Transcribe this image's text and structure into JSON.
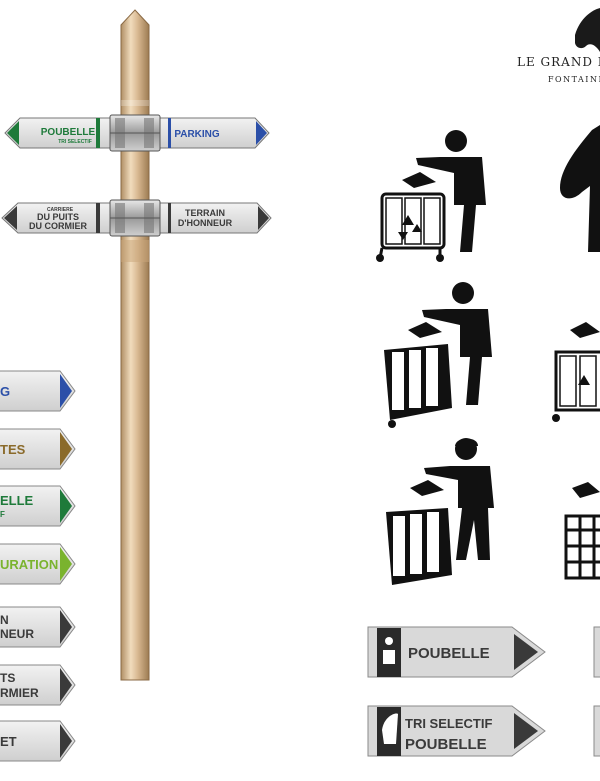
{
  "logo": {
    "name": "LE GRAND P",
    "tagline": "FONTAINE",
    "icon": "horse-head-icon"
  },
  "post_signs": {
    "upper_left": {
      "title": "POUBELLE",
      "sub": "TRI SELECTIF",
      "color": "#1e7a3a"
    },
    "upper_right": {
      "title": "PARKING",
      "color": "#2b4fa8"
    },
    "lower_left": {
      "small": "CARRIERE",
      "line1": "DU PUITS",
      "line2": "DU CORMIER",
      "color": "#3a3a3a"
    },
    "lower_right": {
      "line1": "TERRAIN",
      "line2": "D'HONNEUR",
      "color": "#3a3a3a"
    }
  },
  "arrow_signs": [
    {
      "line1": "G",
      "line2": "",
      "color": "#2b4fa8"
    },
    {
      "line1": "TES",
      "line2": "",
      "color": "#8a6a2a"
    },
    {
      "line1": "ELLE",
      "line2": "F",
      "color": "#1e7a3a"
    },
    {
      "line1": "URATION",
      "line2": "",
      "color": "#7ab32e"
    },
    {
      "line1": "N",
      "line2": "NEUR",
      "color": "#3a3a3a"
    },
    {
      "line1": "TS",
      "line2": "RMIER",
      "color": "#3a3a3a"
    },
    {
      "line1": "ET",
      "line2": "",
      "color": "#3a3a3a"
    }
  ],
  "bin_signs": [
    {
      "line1": "POUBELLE",
      "line2": ""
    },
    {
      "line1": "TRI SELECTIF",
      "line2": "POUBELLE"
    }
  ],
  "icons": [
    "person-recycling-cart-icon",
    "horse-head-icon",
    "person-dumpster-icon",
    "recycling-cart-icon",
    "rider-dumpster-icon",
    "wire-bin-icon"
  ]
}
